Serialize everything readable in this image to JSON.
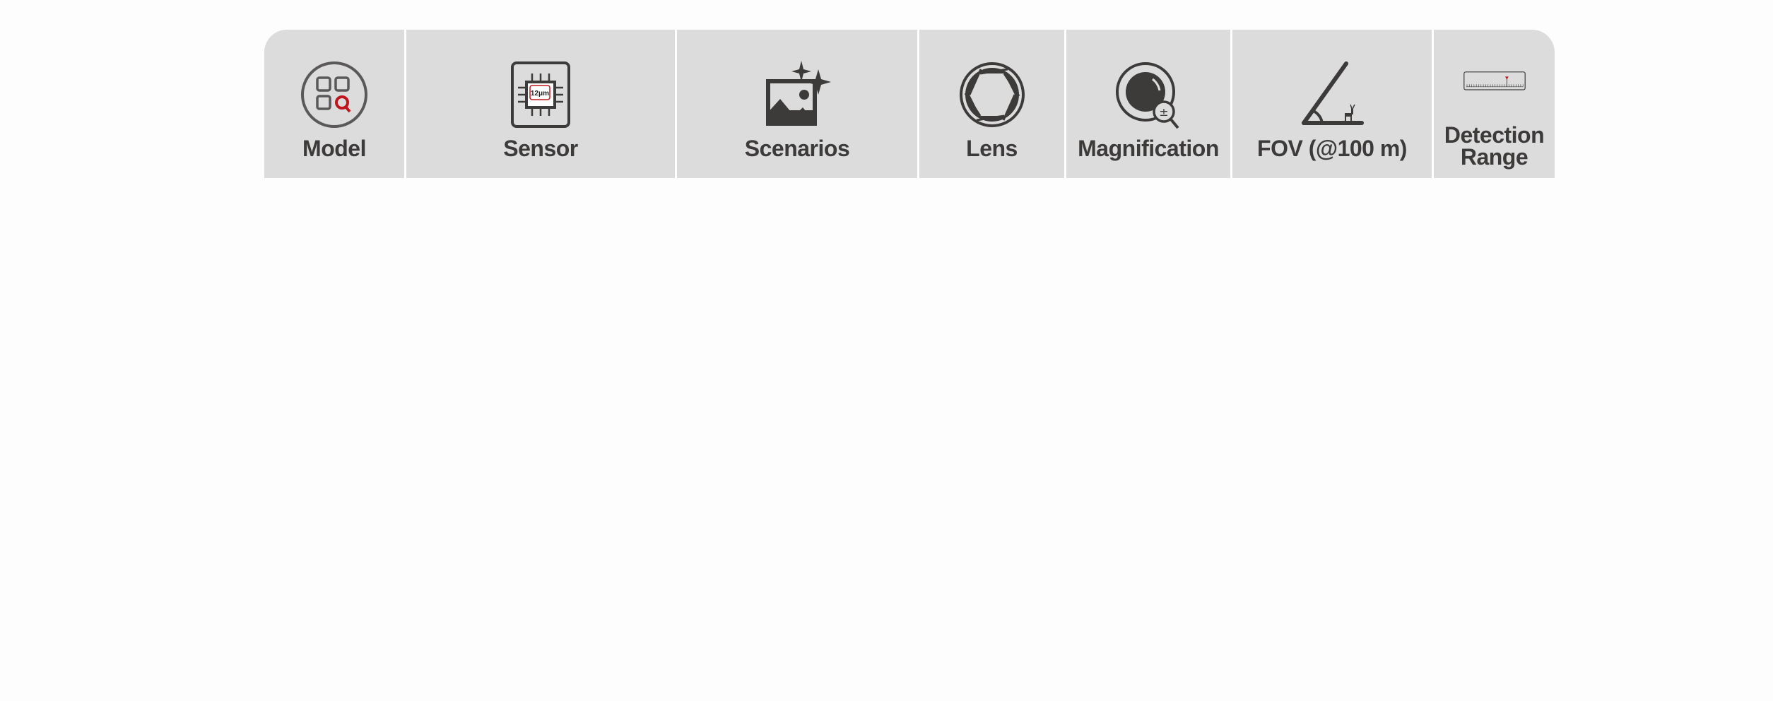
{
  "header": {
    "columns": [
      {
        "label": "Model",
        "icon": "model-search-icon"
      },
      {
        "label": "Sensor",
        "icon": "sensor-chip-icon",
        "icon_text": "12μm"
      },
      {
        "label": "Scenarios",
        "icon": "scenario-image-icon"
      },
      {
        "label": "Lens",
        "icon": "lens-aperture-icon"
      },
      {
        "label": "Magnification",
        "icon": "magnification-icon"
      },
      {
        "label": "FOV (@100 m)",
        "icon": "fov-angle-icon"
      },
      {
        "label_line1": "Detection",
        "label_line2": "Range",
        "icon": "detection-range-icon"
      }
    ]
  },
  "colors": {
    "background": "#dcdcdc",
    "text": "#3d3a3a",
    "accent": "#c0151c"
  }
}
